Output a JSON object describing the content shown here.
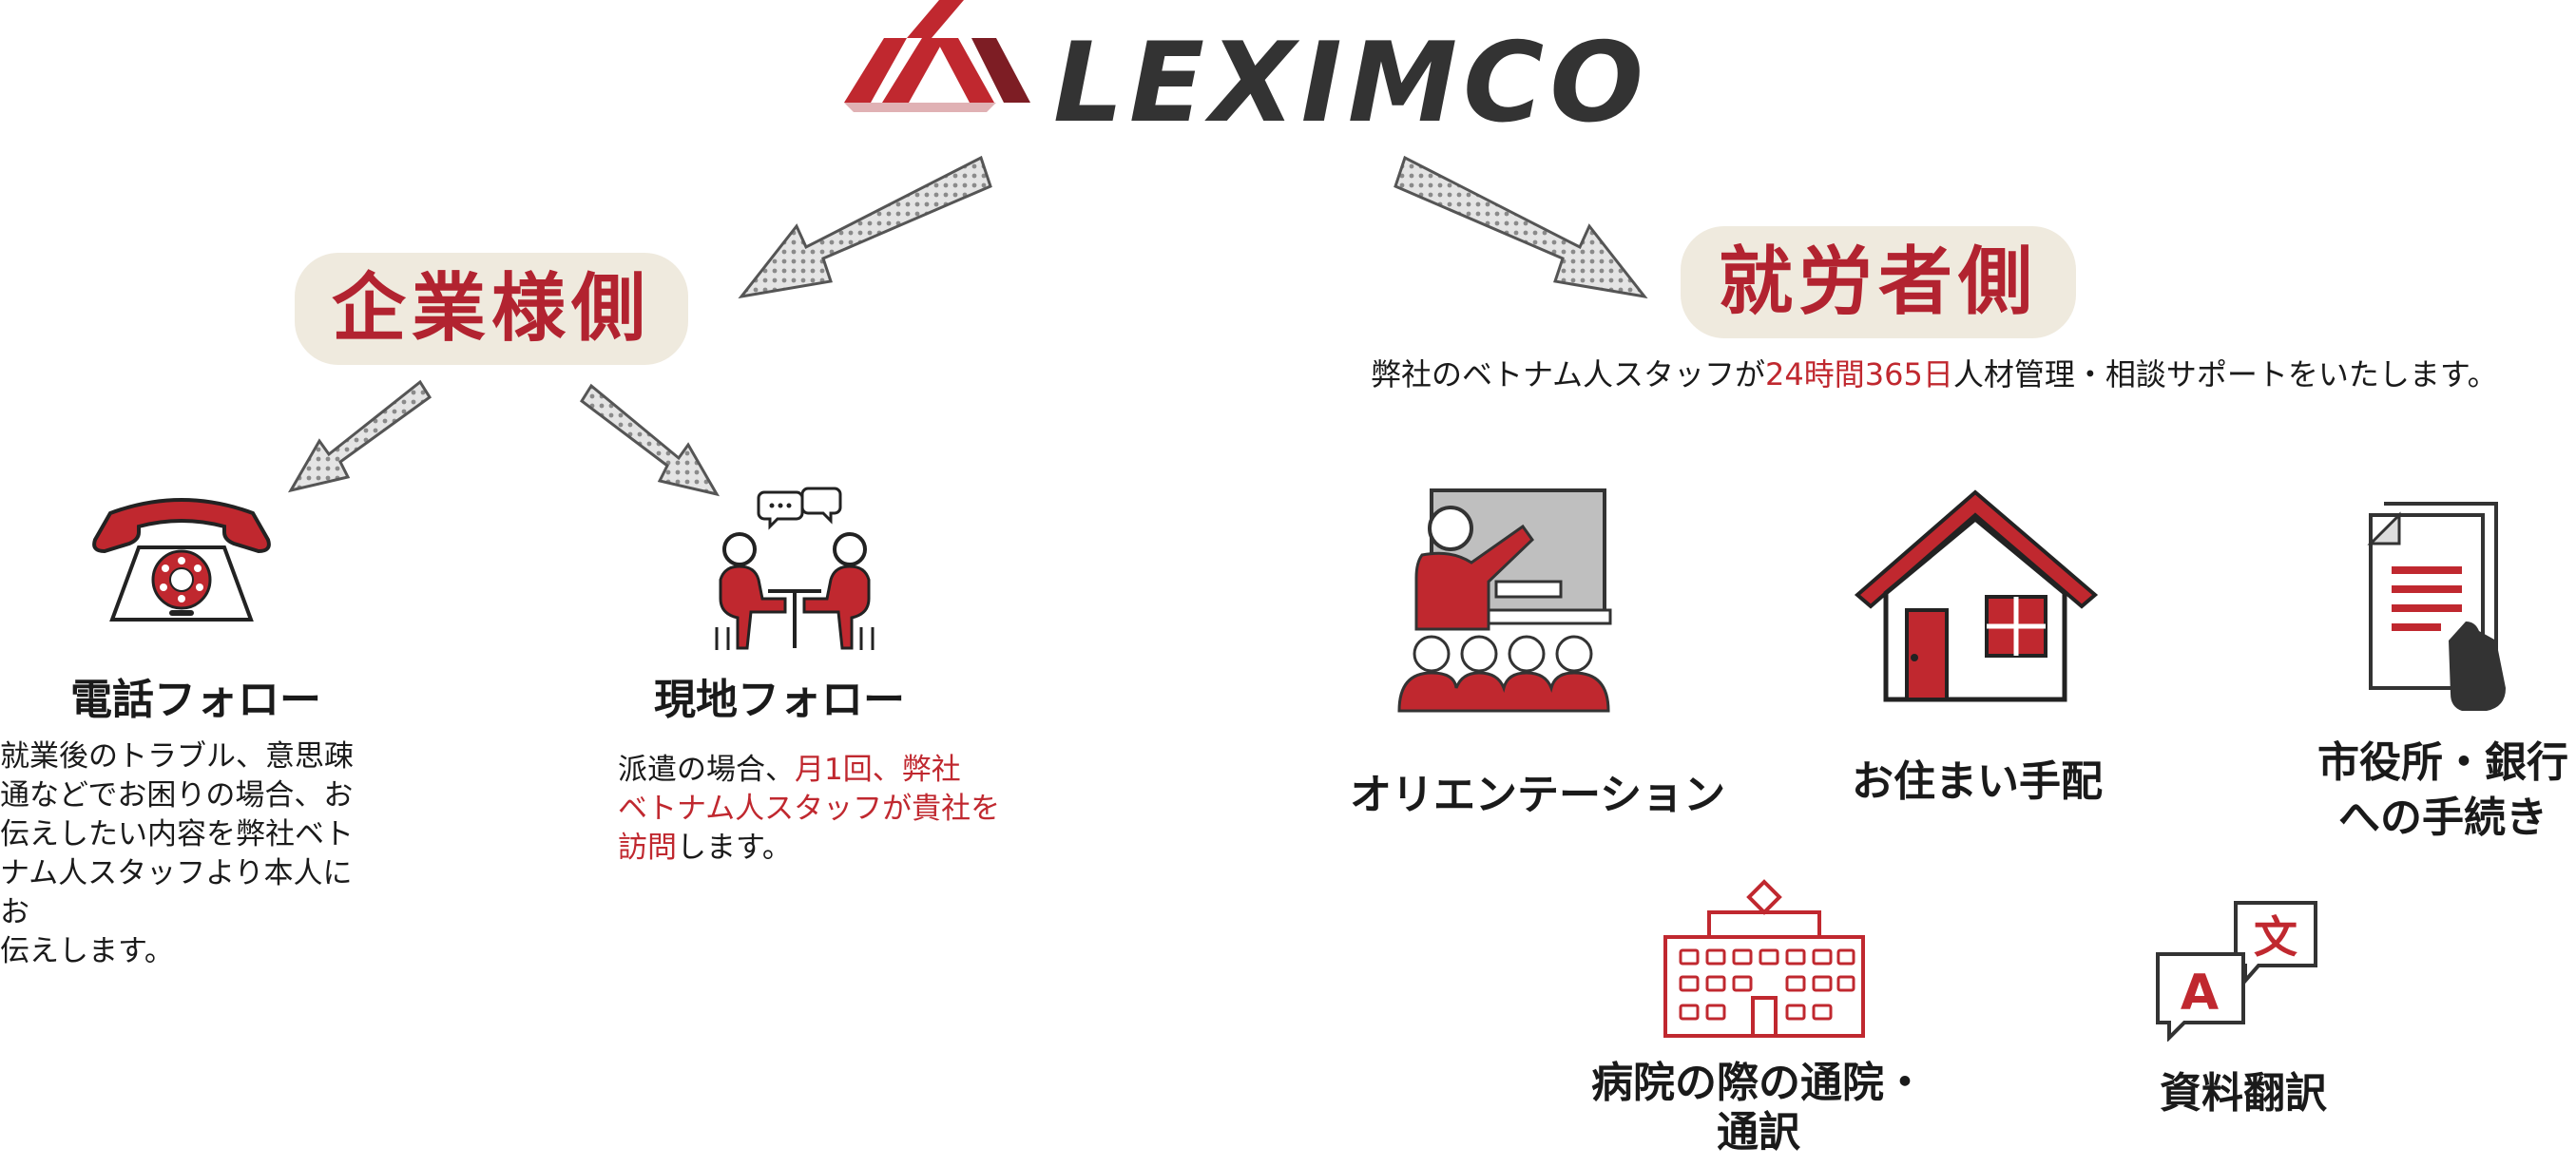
{
  "logo": {
    "text": "LEXIMCO"
  },
  "company_side": {
    "title": "企業様側",
    "phone": {
      "label": "電話フォロー",
      "desc_lines": [
        "就業後のトラブル、意思疎",
        "通などでお困りの場合、お",
        "伝えしたい内容を弊社ベト",
        "ナム人スタッフより本人にお",
        "伝えします。"
      ]
    },
    "onsite": {
      "label": "現地フォロー",
      "desc_line1_a": "派遣の場合、",
      "desc_line1_b": "月1回、弊社",
      "desc_line2": "ベトナム人スタッフが貴社を",
      "desc_line3_a": "訪問",
      "desc_line3_b": "します。"
    }
  },
  "worker_side": {
    "title": "就労者側",
    "subtitle_a": "弊社のベトナム人スタッフが",
    "subtitle_b": "24時間365日",
    "subtitle_c": "人材管理・相談サポートをいたします。",
    "services": {
      "orientation": "オリエンテーション",
      "housing": "お住まい手配",
      "city_office_line1": "市役所・銀行",
      "city_office_line2": "への手続き",
      "hospital_line1": "病院の際の通院・",
      "hospital_line2": "通訳",
      "translation": "資料翻訳"
    }
  },
  "colors": {
    "accent": "#c0282f",
    "pill_bg": "#efeade",
    "dark": "#333333"
  },
  "icons": [
    "logo-mark-icon",
    "telephone-icon",
    "meeting-icon",
    "teacher-icon",
    "house-icon",
    "document-hand-icon",
    "hospital-icon",
    "translation-icon",
    "arrow-icon"
  ]
}
